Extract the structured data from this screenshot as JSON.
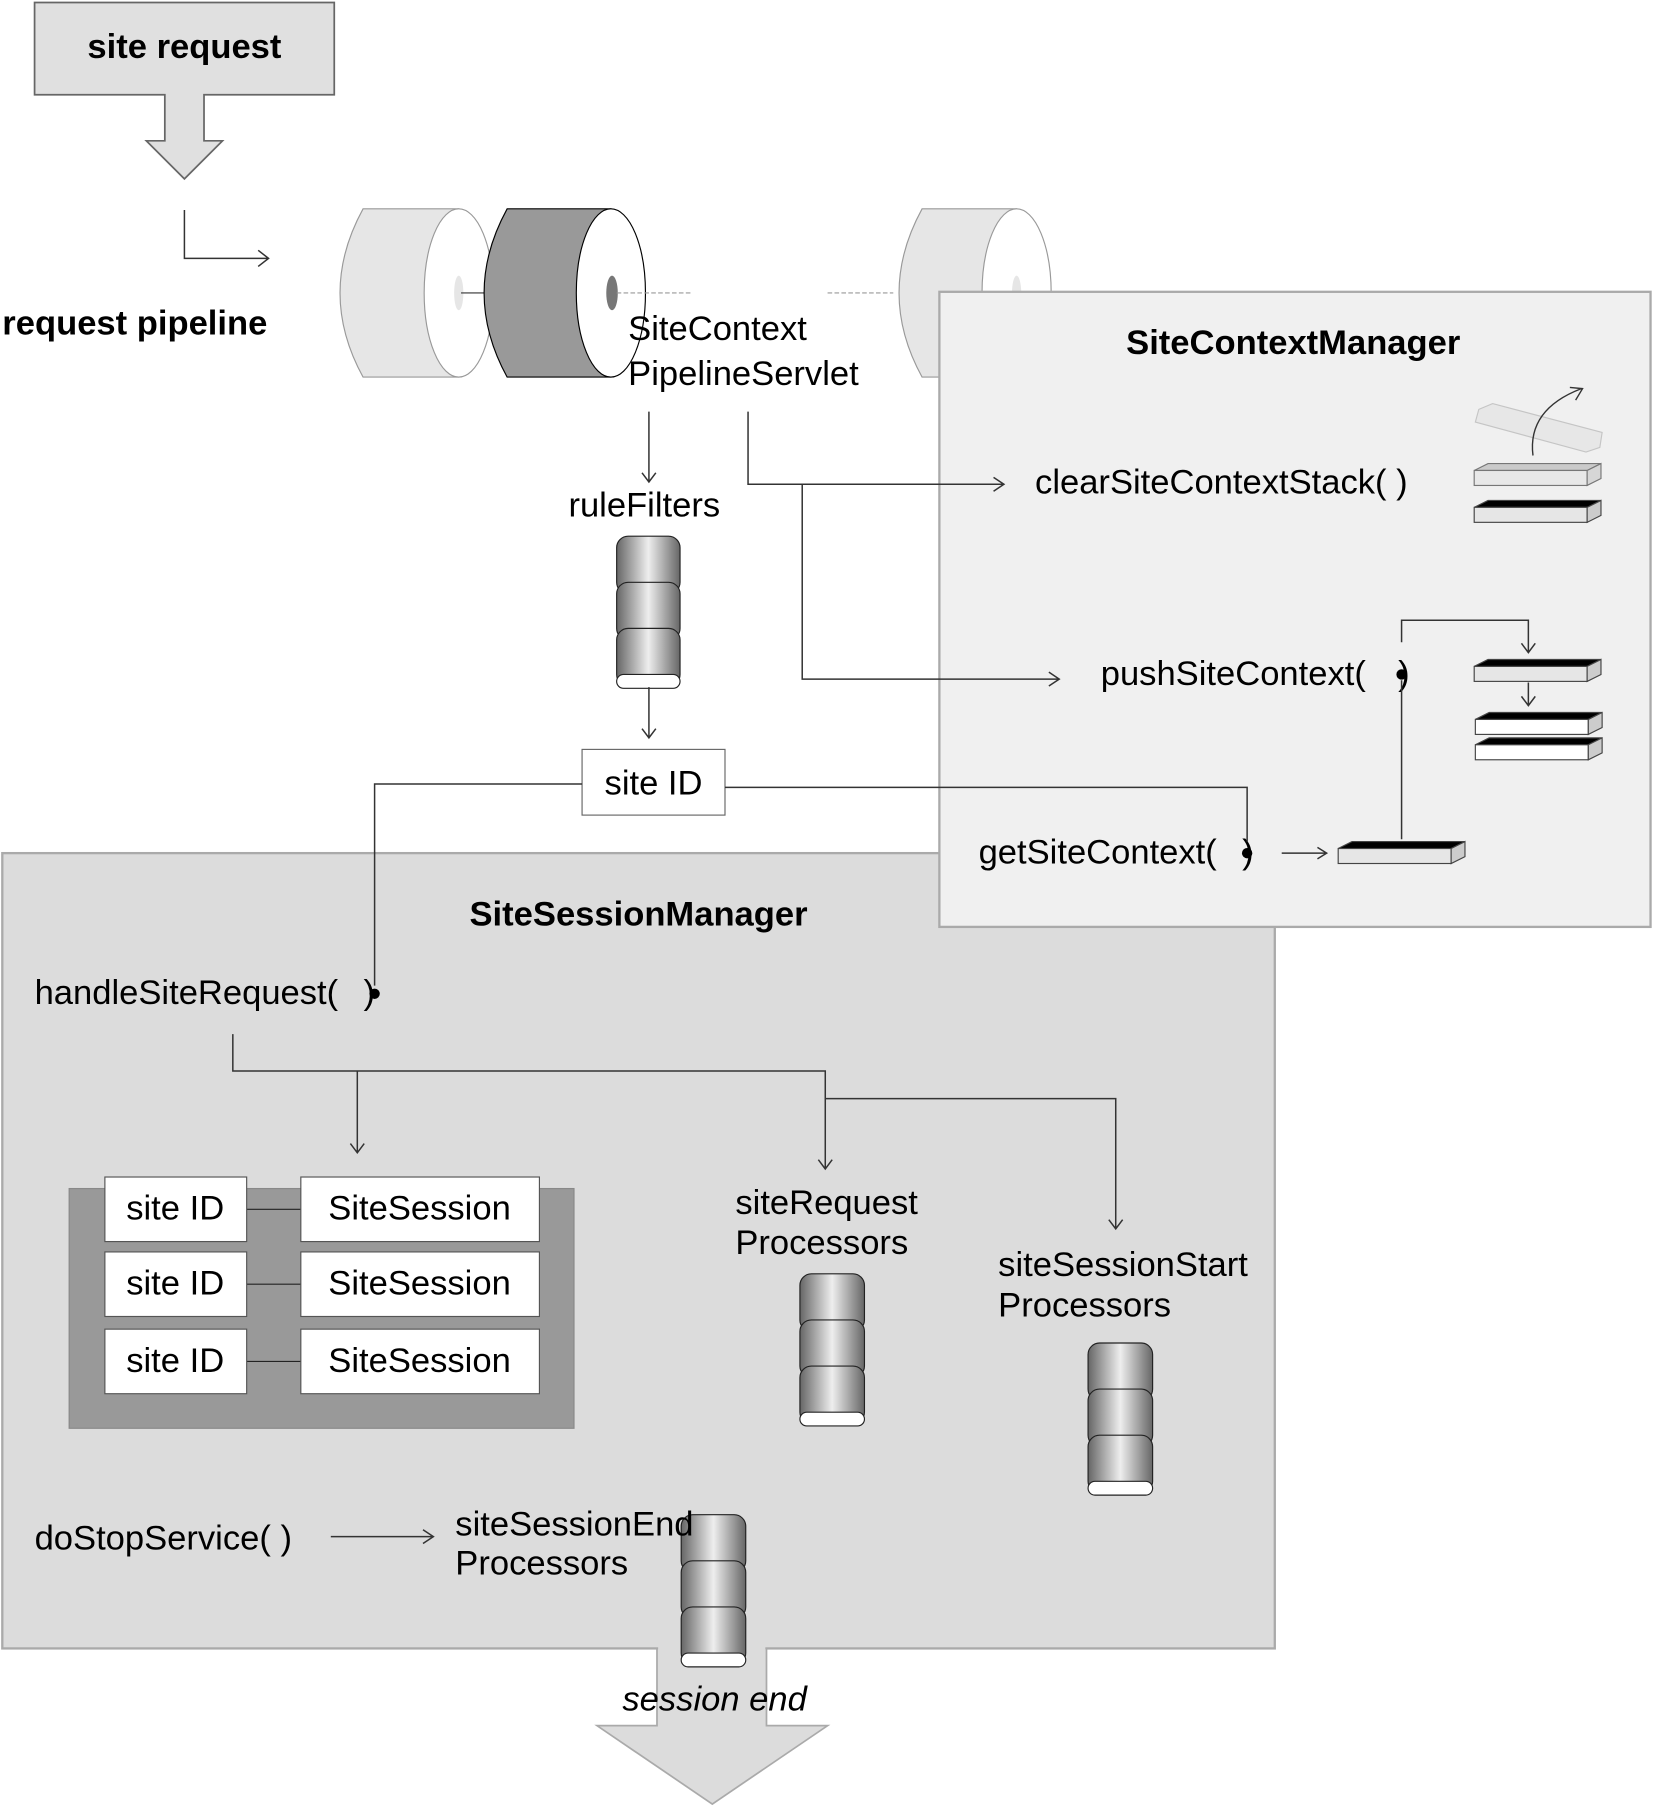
{
  "site_request": "site request",
  "request_pipeline": "request pipeline",
  "servlet": {
    "line1": "SiteContext",
    "line2": "PipelineServlet"
  },
  "rule_filters": "ruleFilters",
  "site_id": "site ID",
  "context_manager": {
    "title": "SiteContextManager",
    "clear": "clearSiteContextStack( )",
    "push": "pushSiteContext(",
    "push_close": ")",
    "get": "getSiteContext(",
    "get_close": ")"
  },
  "session_manager": {
    "title": "SiteSessionManager",
    "handle": "handleSiteRequest(",
    "handle_close": ")",
    "table": [
      {
        "key": "site ID",
        "value": "SiteSession"
      },
      {
        "key": "site ID",
        "value": "SiteSession"
      },
      {
        "key": "site ID",
        "value": "SiteSession"
      }
    ],
    "request_processors": {
      "line1": "siteRequest",
      "line2": "Processors"
    },
    "start_processors": {
      "line1": "siteSessionStart",
      "line2": "Processors"
    },
    "stop": "doStopService( )",
    "end_processors": {
      "line1": "siteSessionEnd",
      "line2": "Processors"
    }
  },
  "session_end": "session end",
  "colors": {
    "panel_context": "#f0f0f0",
    "panel_session": "#dcdcdc",
    "map_bg": "#999999",
    "arrow_fill": "#e0e0e0"
  }
}
